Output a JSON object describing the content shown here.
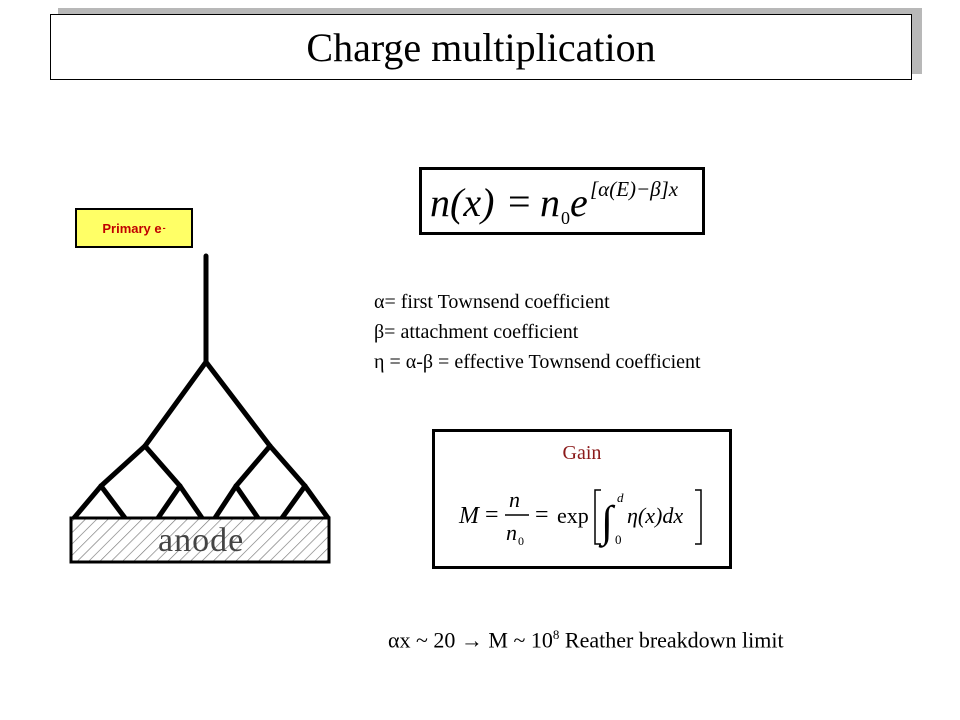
{
  "slide": {
    "title": "Charge multiplication",
    "primary_label": "Primary e",
    "primary_sup": "-",
    "anode_label": "anode",
    "formula": {
      "lhs": "n(x)",
      "eq": "=",
      "n0_base": "n",
      "n0_sub": "0",
      "e": "e",
      "exponent": "[α(E)−β]x"
    },
    "definitions": [
      "α= first Townsend coefficient",
      "β= attachment coefficient",
      "η = α-β = effective Townsend coefficient"
    ],
    "gain": {
      "title": "Gain",
      "M": "M",
      "eq1": "=",
      "frac_num": "n",
      "frac_den_base": "n",
      "frac_den_sub": "0",
      "eq2": "=",
      "exp": "exp",
      "integral_upper": "d",
      "integral_lower": "0",
      "integrand": "η(x)dx"
    },
    "bottom": {
      "text": "αx ~ 20 → M ~ 10",
      "power": "8",
      "tail": " Reather breakdown limit"
    }
  }
}
